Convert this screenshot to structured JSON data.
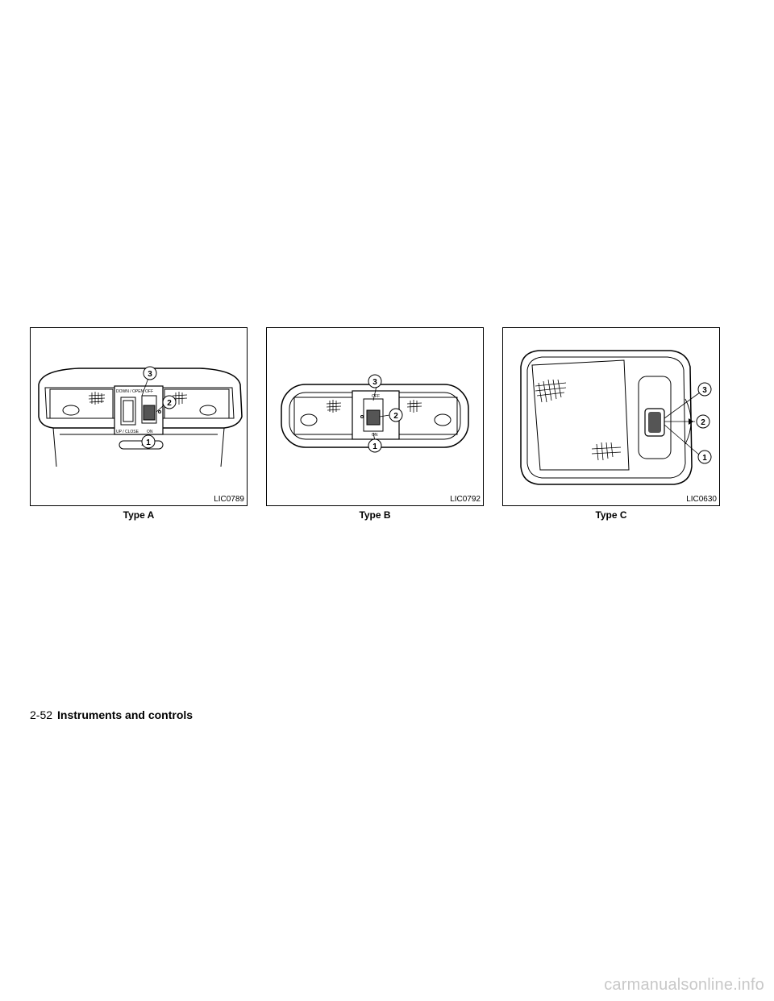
{
  "figures": [
    {
      "code": "LIC0789",
      "caption": "Type A",
      "callouts": [
        "1",
        "2",
        "3"
      ],
      "labels": {
        "top_left": "DOWN / OPEN",
        "top_right": "OFF",
        "bottom_left": "UP / CLOSE",
        "bottom_right": "ON"
      }
    },
    {
      "code": "LIC0792",
      "caption": "Type B",
      "callouts": [
        "1",
        "2",
        "3"
      ],
      "labels": {
        "top": "OFF",
        "bottom": "ON"
      }
    },
    {
      "code": "LIC0630",
      "caption": "Type C",
      "callouts": [
        "1",
        "2",
        "3"
      ]
    }
  ],
  "footer": {
    "page_number": "2-52",
    "section_title": "Instruments and controls"
  },
  "watermark": "carmanualsonline.info"
}
